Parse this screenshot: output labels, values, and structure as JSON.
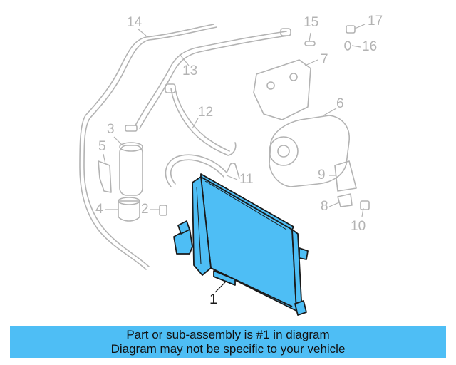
{
  "callouts": {
    "c1": "1",
    "c2": "2",
    "c3": "3",
    "c4": "4",
    "c5": "5",
    "c6": "6",
    "c7": "7",
    "c8": "8",
    "c9": "9",
    "c10": "10",
    "c11": "11",
    "c12": "12",
    "c13": "13",
    "c14": "14",
    "c15": "15",
    "c16": "16",
    "c17": "17"
  },
  "banner": {
    "line1": "Part or sub-assembly is #1 in diagram",
    "line2": "Diagram may not be specific to your vehicle"
  },
  "colors": {
    "highlight": "#4ebef5",
    "outline": "#b3b3b3",
    "part_outline": "#1a1a1a"
  }
}
